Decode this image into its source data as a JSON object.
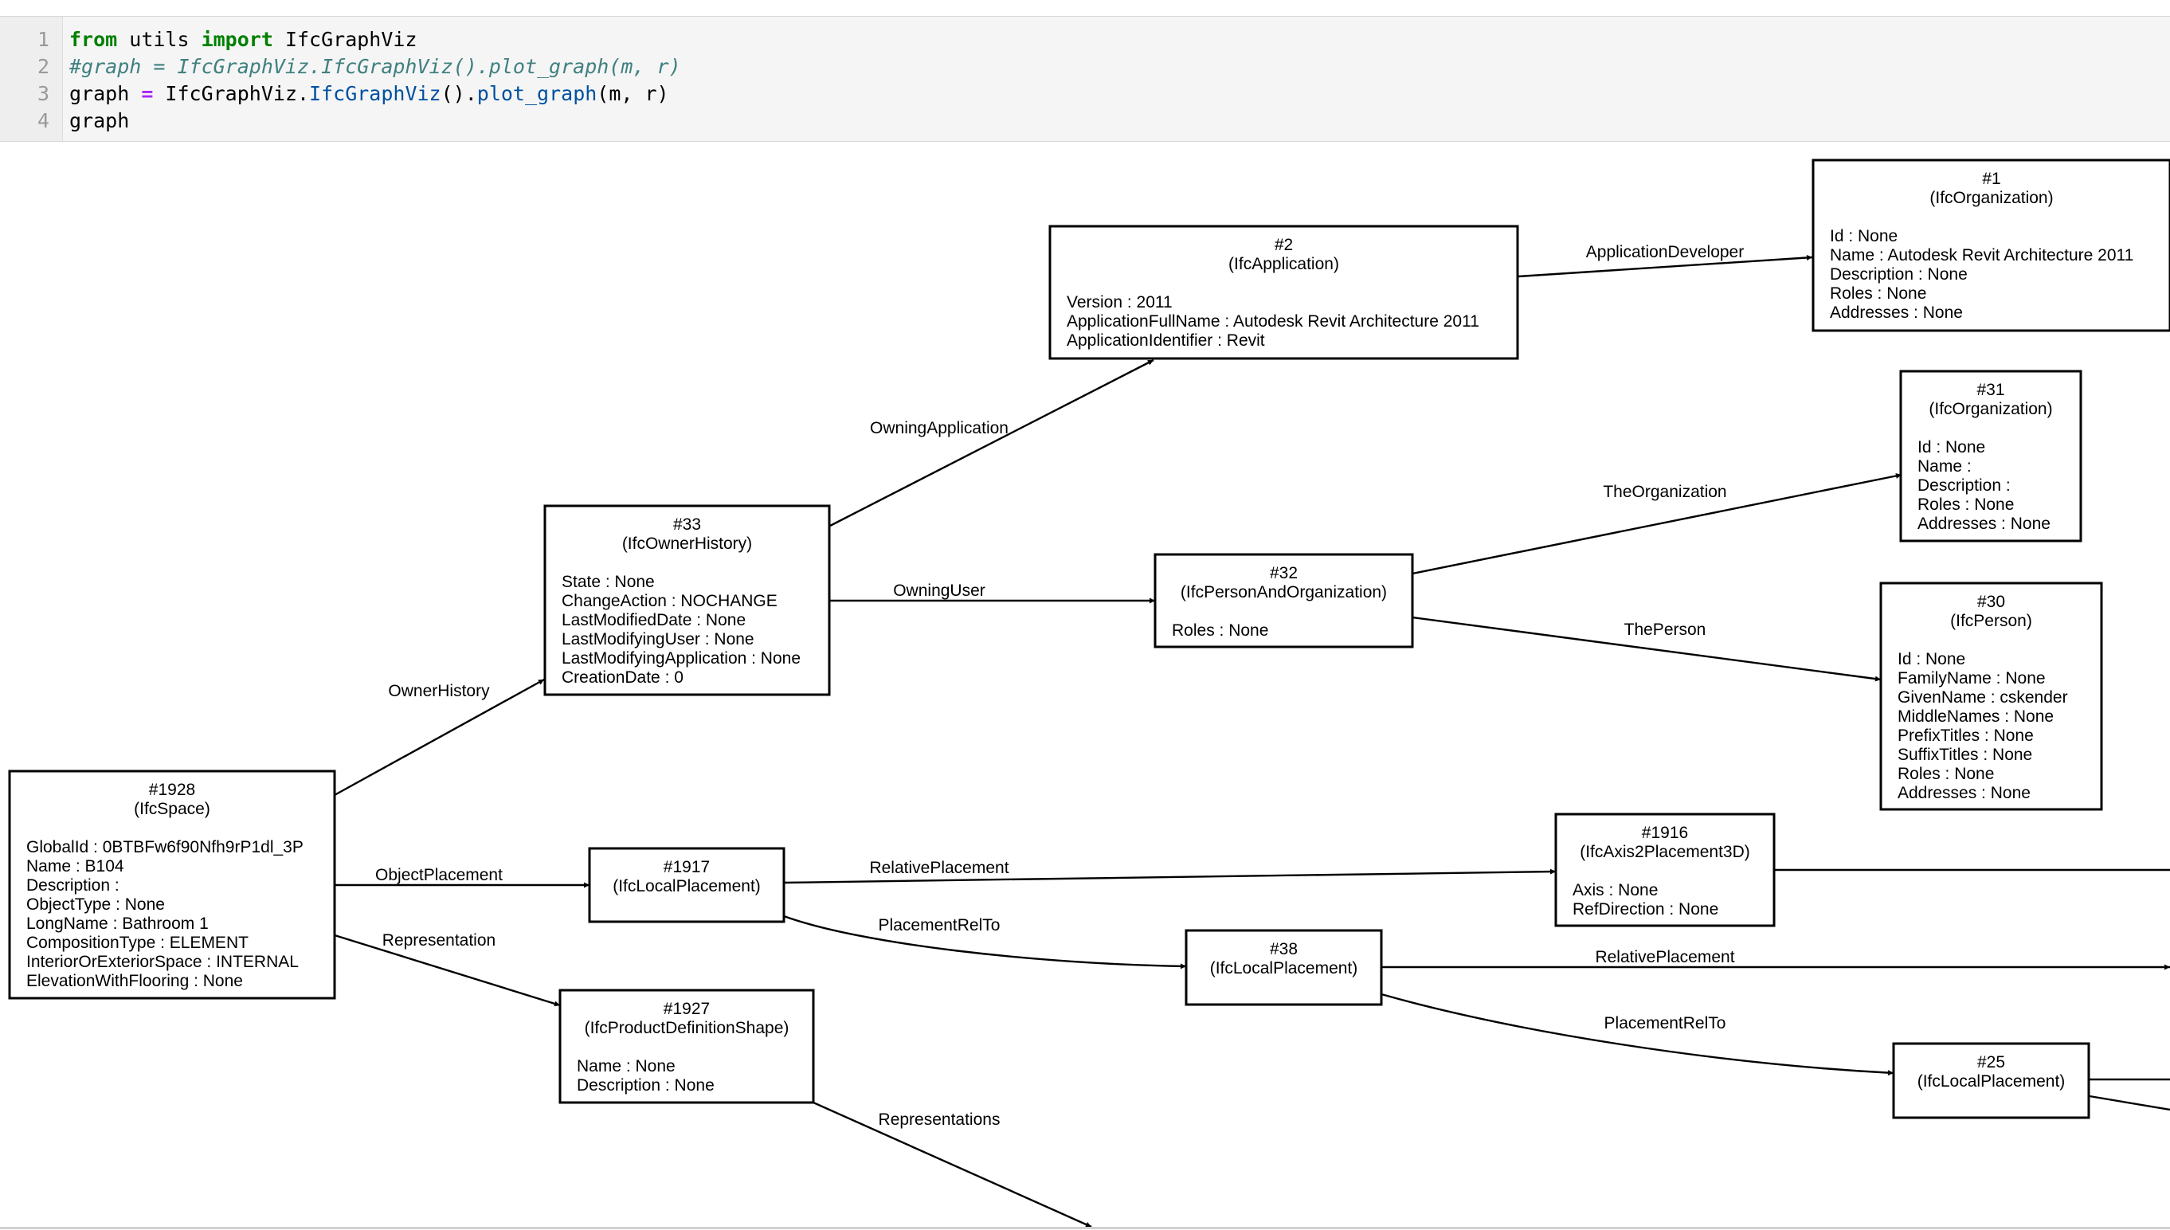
{
  "code": [
    {
      "n": "1",
      "tokens": [
        {
          "t": "from",
          "c": "kw"
        },
        {
          "t": " utils ",
          "c": ""
        },
        {
          "t": "import",
          "c": "kw"
        },
        {
          "t": " IfcGraphViz",
          "c": ""
        }
      ]
    },
    {
      "n": "2",
      "tokens": [
        {
          "t": "#graph = IfcGraphViz.IfcGraphViz().plot_graph(m, r)",
          "c": "cm"
        }
      ]
    },
    {
      "n": "3",
      "tokens": [
        {
          "t": "graph ",
          "c": ""
        },
        {
          "t": "=",
          "c": "op"
        },
        {
          "t": " IfcGraphViz.",
          "c": ""
        },
        {
          "t": "IfcGraphViz",
          "c": "fn"
        },
        {
          "t": "().",
          "c": ""
        },
        {
          "t": "plot_graph",
          "c": "fn"
        },
        {
          "t": "(m, r)",
          "c": ""
        }
      ]
    },
    {
      "n": "4",
      "tokens": [
        {
          "t": "graph",
          "c": ""
        }
      ]
    }
  ],
  "nodes": [
    {
      "id": "n1928",
      "lines": [
        "#1928",
        "(IfcSpace)",
        "",
        "GlobalId : 0BTBFw6f90Nfh9rP1dl_3P",
        "Name : B104",
        "Description : ",
        "ObjectType : None",
        "LongName : Bathroom 1",
        "CompositionType : ELEMENT",
        "InteriorOrExteriorSpace : INTERNAL",
        "ElevationWithFlooring : None"
      ]
    },
    {
      "id": "n33",
      "lines": [
        "#33",
        "(IfcOwnerHistory)",
        "",
        "State : None",
        "ChangeAction : NOCHANGE",
        "LastModifiedDate : None",
        "LastModifyingUser : None",
        "LastModifyingApplication : None",
        "CreationDate : 0"
      ]
    },
    {
      "id": "n2",
      "lines": [
        "#2",
        "(IfcApplication)",
        "",
        "Version : 2011",
        "ApplicationFullName : Autodesk Revit Architecture 2011",
        "ApplicationIdentifier : Revit"
      ]
    },
    {
      "id": "n1",
      "lines": [
        "#1",
        "(IfcOrganization)",
        "",
        "Id : None",
        "Name : Autodesk Revit Architecture 2011",
        "Description : None",
        "Roles : None",
        "Addresses : None"
      ]
    },
    {
      "id": "n31",
      "lines": [
        "#31",
        "(IfcOrganization)",
        "",
        "Id : None",
        "Name : ",
        "Description : ",
        "Roles : None",
        "Addresses : None"
      ]
    },
    {
      "id": "n32",
      "lines": [
        "#32",
        "(IfcPersonAndOrganization)",
        "",
        "Roles : None"
      ]
    },
    {
      "id": "n30",
      "lines": [
        "#30",
        "(IfcPerson)",
        "",
        "Id : None",
        "FamilyName : None",
        "GivenName : cskender",
        "MiddleNames : None",
        "PrefixTitles : None",
        "SuffixTitles : None",
        "Roles : None",
        "Addresses : None"
      ]
    },
    {
      "id": "n1917",
      "lines": [
        "#1917",
        "(IfcLocalPlacement)"
      ]
    },
    {
      "id": "n1916",
      "lines": [
        "#1916",
        "(IfcAxis2Placement3D)",
        "",
        "Axis : None",
        "RefDirection : None"
      ]
    },
    {
      "id": "n38",
      "lines": [
        "#38",
        "(IfcLocalPlacement)"
      ]
    },
    {
      "id": "n1927",
      "lines": [
        "#1927",
        "(IfcProductDefinitionShape)",
        "",
        "Name : None",
        "Description : None"
      ]
    },
    {
      "id": "n25",
      "lines": [
        "#25",
        "(IfcLocalPlacement)"
      ]
    }
  ],
  "edges": [
    {
      "id": "e-ownerhistory",
      "label": "OwnerHistory"
    },
    {
      "id": "e-owningapplication",
      "label": "OwningApplication"
    },
    {
      "id": "e-applicationdeveloper",
      "label": "ApplicationDeveloper"
    },
    {
      "id": "e-owninguser",
      "label": "OwningUser"
    },
    {
      "id": "e-theorganization",
      "label": "TheOrganization"
    },
    {
      "id": "e-theperson",
      "label": "ThePerson"
    },
    {
      "id": "e-objectplacement",
      "label": "ObjectPlacement"
    },
    {
      "id": "e-representation",
      "label": "Representation"
    },
    {
      "id": "e-relativeplacement-1",
      "label": "RelativePlacement"
    },
    {
      "id": "e-placementrelto-1",
      "label": "PlacementRelTo"
    },
    {
      "id": "e-relativeplacement-2",
      "label": "RelativePlacement"
    },
    {
      "id": "e-placementrelto-2",
      "label": "PlacementRelTo"
    },
    {
      "id": "e-representations",
      "label": "Representations"
    }
  ]
}
